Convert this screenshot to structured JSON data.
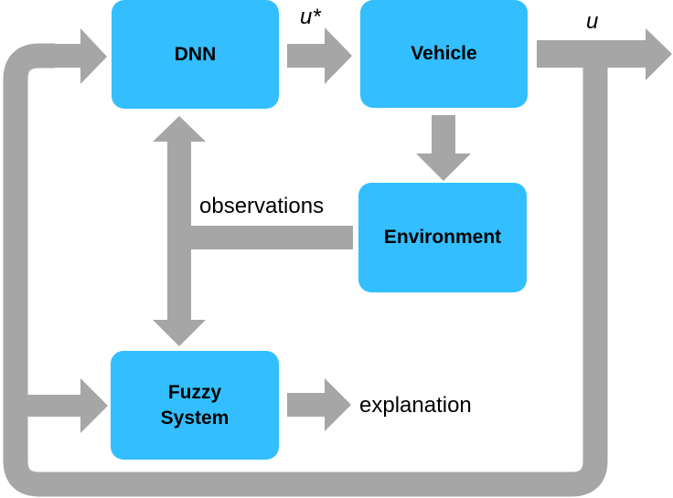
{
  "colors": {
    "box_fill": "#33bfff",
    "arrow": "#a6a6a6",
    "text": "#000000"
  },
  "boxes": {
    "dnn": "DNN",
    "vehicle": "Vehicle",
    "environment": "Environment",
    "fuzzy_system": "Fuzzy\nSystem"
  },
  "labels": {
    "u_star": "u*",
    "u": "u",
    "observations": "observations",
    "explanation": "explanation"
  }
}
